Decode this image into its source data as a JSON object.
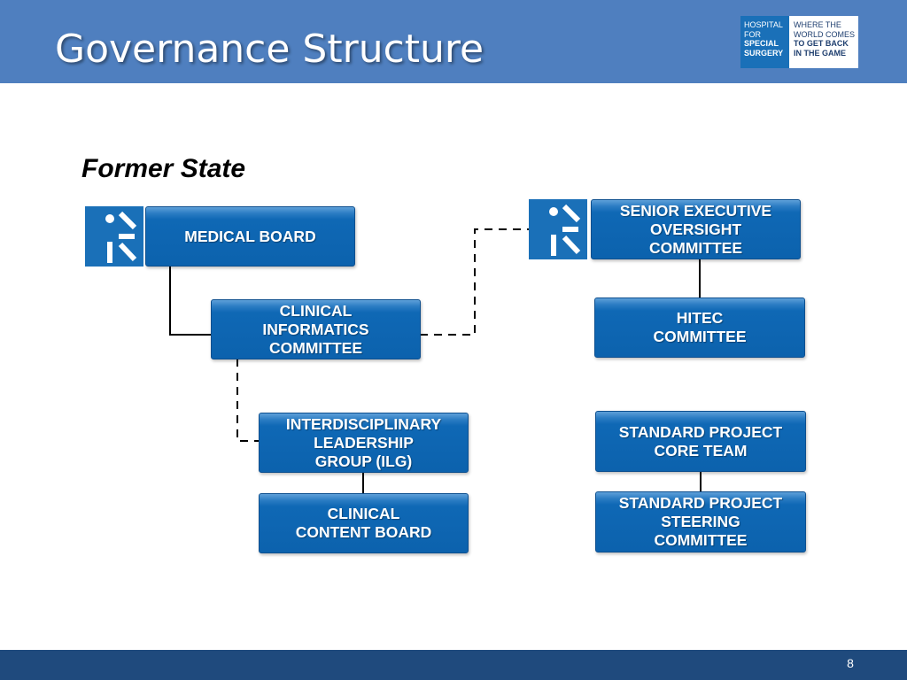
{
  "header": {
    "title": "Governance Structure",
    "background_color": "#4f7fbf"
  },
  "logo": {
    "left_lines": [
      "HOSPITAL",
      "FOR",
      "SPECIAL",
      "SURGERY"
    ],
    "right_lines": [
      "WHERE THE",
      "WORLD COMES",
      "TO GET BACK",
      "IN THE GAME"
    ]
  },
  "subtitle": "Former State",
  "diagram": {
    "box_color": "#0c62ad",
    "icon_name": "hss-runner-logo-icon",
    "boxes": {
      "medical_board": "MEDICAL BOARD",
      "clinical_informatics": "CLINICAL\nINFORMATICS\nCOMMITTEE",
      "ilg": "INTERDISCIPLINARY\nLEADERSHIP\nGROUP (ILG)",
      "clinical_content": "CLINICAL\nCONTENT BOARD",
      "senior_executive": "SENIOR EXECUTIVE\nOVERSIGHT\nCOMMITTEE",
      "hitec": "HITEC\nCOMMITTEE",
      "standard_core": "STANDARD PROJECT\nCORE TEAM",
      "standard_steering": "STANDARD PROJECT\nSTEERING\nCOMMITTEE"
    },
    "connections": [
      {
        "from": "MEDICAL BOARD",
        "to": "CLINICAL INFORMATICS COMMITTEE",
        "style": "solid"
      },
      {
        "from": "CLINICAL INFORMATICS COMMITTEE",
        "to": "SENIOR EXECUTIVE OVERSIGHT COMMITTEE",
        "style": "dashed"
      },
      {
        "from": "CLINICAL INFORMATICS COMMITTEE",
        "to": "INTERDISCIPLINARY LEADERSHIP GROUP (ILG)",
        "style": "dashed"
      },
      {
        "from": "INTERDISCIPLINARY LEADERSHIP GROUP (ILG)",
        "to": "CLINICAL CONTENT BOARD",
        "style": "solid"
      },
      {
        "from": "SENIOR EXECUTIVE OVERSIGHT COMMITTEE",
        "to": "HITEC COMMITTEE",
        "style": "solid"
      },
      {
        "from": "STANDARD PROJECT CORE TEAM",
        "to": "STANDARD PROJECT STEERING COMMITTEE",
        "style": "solid"
      }
    ]
  },
  "footer": {
    "page_number": "8",
    "background_color": "#1f4a7d"
  }
}
